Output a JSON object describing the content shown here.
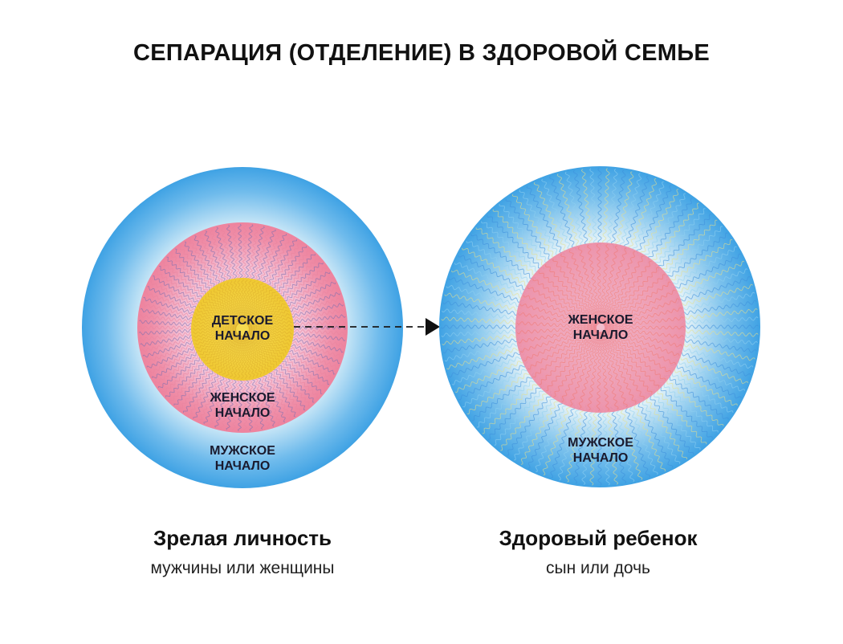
{
  "title": "СЕПАРАЦИЯ (ОТДЕЛЕНИЕ) В ЗДОРОВОЙ СЕМЬЕ",
  "left": {
    "inner_label": [
      "ДЕТСКОЕ",
      "НАЧАЛО"
    ],
    "middle_label": [
      "ЖЕНСКОЕ",
      "НАЧАЛО"
    ],
    "outer_label": [
      "МУЖСКОЕ",
      "НАЧАЛО"
    ],
    "caption": "Зрелая личность",
    "subcaption": "мужчины или женщины"
  },
  "right": {
    "inner_label": [
      "ЖЕНСКОЕ",
      "НАЧАЛО"
    ],
    "outer_label": [
      "МУЖСКОЕ",
      "НАЧАЛО"
    ],
    "caption": "Здоровый ребенок",
    "subcaption": "сын или дочь"
  },
  "colors": {
    "blue": "#4aa8e6",
    "light_blue": "#d6eef8",
    "pink": "#ef7f9a",
    "light_pink": "#f4b8cf",
    "yellow": "#f2cf3a"
  }
}
